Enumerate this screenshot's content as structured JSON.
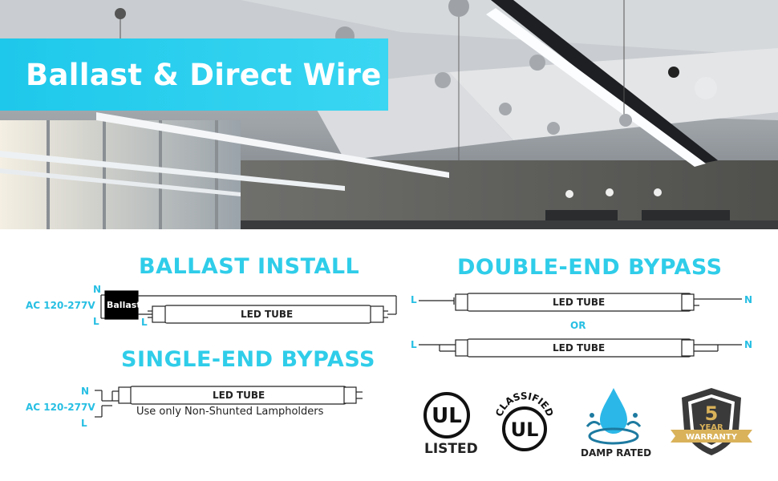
{
  "banner": {
    "title": "Ballast & Direct Wire"
  },
  "ballast_install": {
    "heading": "BALLAST INSTALL",
    "ac_label": "AC 120-277V",
    "n": "N",
    "l": "L",
    "l_tube": "L",
    "ballast": "Ballast",
    "tube": "LED TUBE"
  },
  "single_end": {
    "heading": "SINGLE-END BYPASS",
    "ac_label": "AC 120-277V",
    "n": "N",
    "l": "L",
    "tube": "LED TUBE",
    "note": "Use only Non-Shunted Lampholders"
  },
  "double_end": {
    "heading": "DOUBLE-END BYPASS",
    "l1": "L",
    "n1": "N",
    "tube1": "LED TUBE",
    "or": "OR",
    "l2": "L",
    "n2": "N",
    "tube2": "LED TUBE"
  },
  "badges": {
    "ul_listed": {
      "mark": "UL",
      "caption": "LISTED"
    },
    "ul_classified": {
      "mark": "UL",
      "arc": "CLASSIFIED"
    },
    "damp": {
      "caption": "DAMP RATED"
    },
    "warranty": {
      "number": "5",
      "year": "YEAR",
      "ribbon": "WARRANTY"
    }
  },
  "colors": {
    "accent": "#2fcde9",
    "banner": "#1ec8ea",
    "badge_gold": "#d9b25a",
    "water": "#2bb8e8"
  }
}
